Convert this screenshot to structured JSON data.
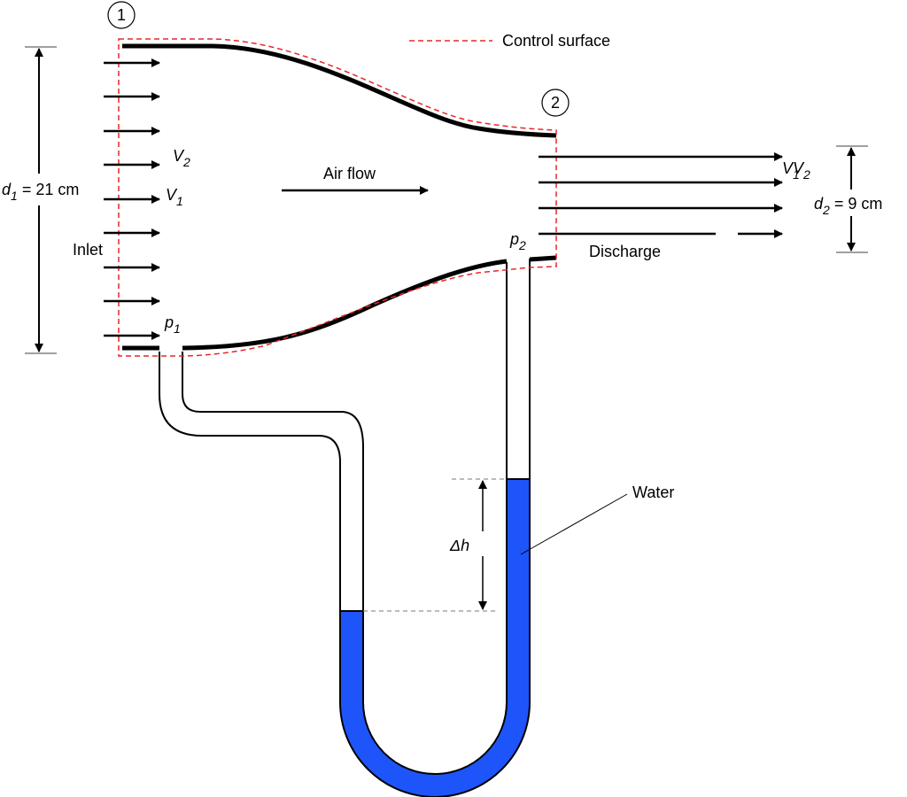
{
  "stations": {
    "one": "1",
    "two": "2"
  },
  "legend": {
    "label": "Control surface",
    "color": "#e8262a"
  },
  "labels": {
    "inlet": "Inlet",
    "air_flow": "Air flow",
    "discharge": "Discharge",
    "water": "Water"
  },
  "symbols": {
    "v2": {
      "base": "V",
      "sub": "2"
    },
    "v1": {
      "base": "V",
      "sub": "1"
    },
    "p1": {
      "base": "p",
      "sub": "1"
    },
    "p2": {
      "base": "p",
      "sub": "2"
    },
    "v_exit_a": {
      "base": "V",
      "sub": "1"
    },
    "v_exit_b": {
      "base": "V",
      "sub": "2"
    },
    "delta_h": "Δh"
  },
  "dimensions": {
    "d1": {
      "base": "d",
      "sub": "1",
      "rest": " = 21 cm"
    },
    "d2": {
      "base": "d",
      "sub": "2",
      "rest": " = 9 cm"
    }
  },
  "colors": {
    "water": "#1e55fa",
    "wall": "#000000",
    "control_surface": "#e8262a"
  }
}
